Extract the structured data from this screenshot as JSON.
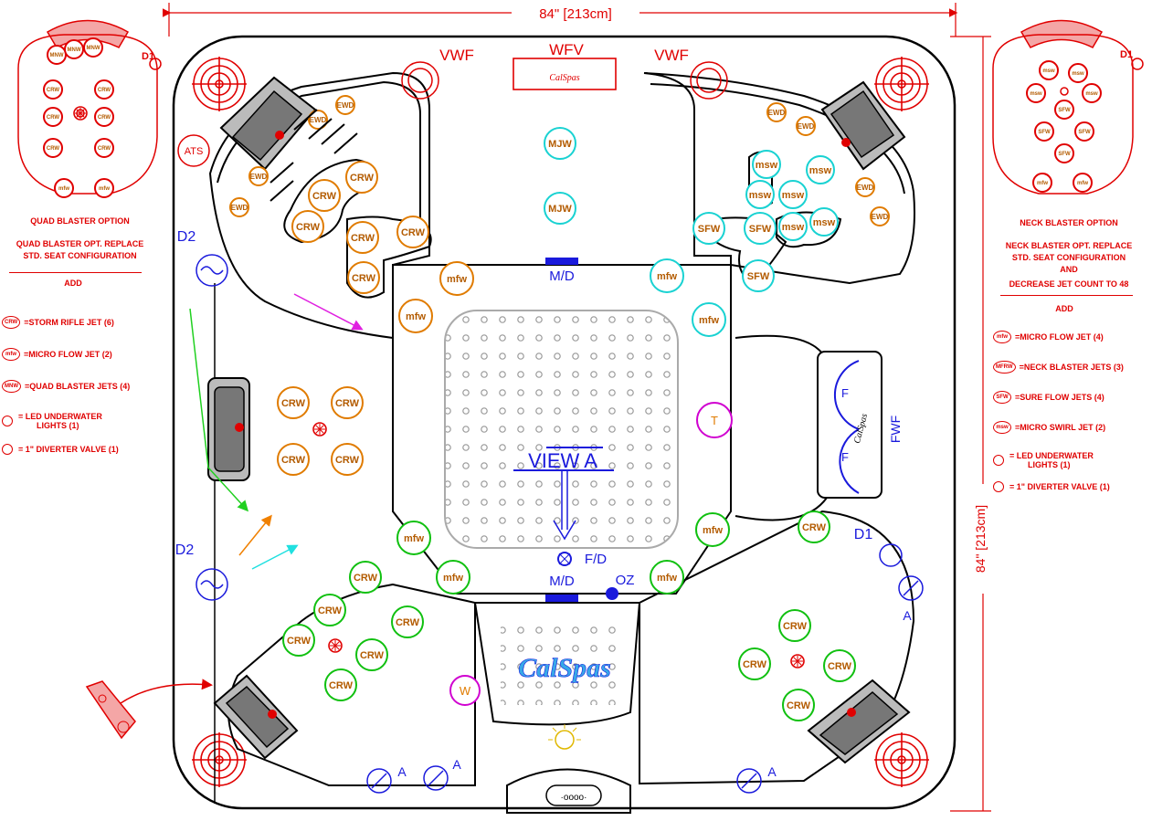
{
  "dimensions": {
    "width_label": "84\" [213cm]",
    "height_label": "84\" [213cm]"
  },
  "left_panel": {
    "inset_jets": [
      "MNW",
      "MNW",
      "MNW",
      "CRW",
      "CRW",
      "CRW",
      "CRW",
      "CRW",
      "CRW",
      "mfw",
      "mfw"
    ],
    "d1_label": "D1",
    "option_title": "QUAD BLASTER OPTION",
    "option_line1": "QUAD BLASTER OPT. REPLACE",
    "option_line2": "STD. SEAT CONFIGURATION",
    "add_label": "ADD",
    "legend": [
      {
        "icon": "CRW",
        "text": "=STORM RIFLE JET (6)"
      },
      {
        "icon": "mfw",
        "text": "=MICRO FLOW JET (2)"
      },
      {
        "icon": "MNW",
        "text": "=QUAD BLASTER JETS (4)"
      },
      {
        "icon": "led",
        "text": "= LED UNDERWATER",
        "text2": "LIGHTS (1)"
      },
      {
        "icon": "div",
        "text": "= 1\" DIVERTER VALVE (1)"
      }
    ]
  },
  "right_panel": {
    "inset_jets": [
      "msw",
      "msw",
      "msw",
      "msw",
      "SFW",
      "SFW",
      "SFW",
      "SFW",
      "mfw",
      "mfw"
    ],
    "d1_label": "D1",
    "option_title": "NECK BLASTER OPTION",
    "option_line1": "NECK BLASTER OPT. REPLACE",
    "option_line2": "STD. SEAT CONFIGURATION",
    "option_line3": "AND",
    "option_line4": "DECREASE JET COUNT TO 48",
    "add_label": "ADD",
    "legend": [
      {
        "icon": "mfw",
        "text": "=MICRO FLOW JET (4)"
      },
      {
        "icon": "MFRW",
        "text": "=NECK BLASTER JETS (3)"
      },
      {
        "icon": "SFW",
        "text": "=SURE FLOW JETS (4)"
      },
      {
        "icon": "msw",
        "text": "=MICRO SWIRL JET (2)"
      },
      {
        "icon": "led",
        "text": "= LED UNDERWATER",
        "text2": "LIGHTS (1)"
      },
      {
        "icon": "div",
        "text": "= 1\" DIVERTER VALVE (1)"
      }
    ]
  },
  "spa": {
    "labels": {
      "vwf_left": "VWF",
      "wfv": "WFV",
      "vwf_right": "VWF",
      "ats": "ATS",
      "d2_top": "D2",
      "d2_bottom": "D2",
      "d1_right": "D1",
      "md_top": "M/D",
      "md_bottom": "M/D",
      "fd": "F/D",
      "oz": "OZ",
      "view_a": "VIEW  A",
      "fwf": "FWF",
      "t": "T",
      "w": "W",
      "a1": "A",
      "a2": "A",
      "a3": "A",
      "a4": "A",
      "f1": "F",
      "f2": "F",
      "logo": "CalSpas"
    },
    "jet_colors": {
      "orange": "#e07b00",
      "cyan": "#19d2d2",
      "green": "#10c010",
      "magenta": "#d000d0",
      "red": "#e00000",
      "blue": "#1a1adc"
    },
    "jet_labels": {
      "ewd": "EWD",
      "crw": "CRW",
      "msw": "msw",
      "sfw": "SFW",
      "mjw": "MJW",
      "mfw": "mfw"
    }
  }
}
